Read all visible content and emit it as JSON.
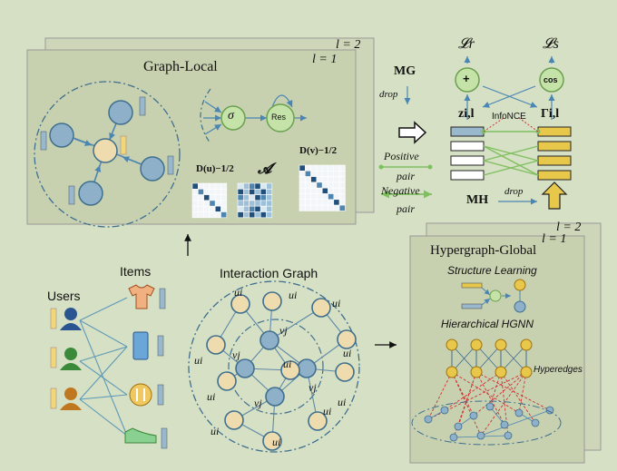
{
  "graph_local": {
    "title": "Graph-Local",
    "layer_label_back": "l = 2",
    "layer_label_front": "l = 1",
    "sigma": "σ",
    "res": "Res",
    "deg_u": "D(u)−1/2",
    "adjacency": "𝓐",
    "deg_v": "D(v)−1/2"
  },
  "center": {
    "mg": "MG",
    "drop_top": "drop",
    "positive": "Positive",
    "positive_pair": "pair",
    "negative": "Negative",
    "negative_pair": "pair",
    "mh": "MH",
    "drop_bottom": "drop"
  },
  "loss": {
    "lr": "𝓛r",
    "ls": "𝓛s",
    "plus": "+",
    "cos": "cos",
    "z": "zi,l",
    "gamma": "Γi,l",
    "infonce": "InfoNCE"
  },
  "inputs": {
    "items_title": "Items",
    "users_title": "Users",
    "interaction_title": "Interaction Graph",
    "u": "ui",
    "v": "vj"
  },
  "hypergraph": {
    "title": "Hypergraph-Global",
    "layer_label_back": "l = 2",
    "layer_label_front": "l = 1",
    "structure_learning": "Structure Learning",
    "hierarchical": "Hierarchical HGNN",
    "hyperedges": "Hyperedges"
  },
  "colors": {
    "background": "#d6e0c4",
    "panel": "#c9d3b3",
    "node_blue": "#8eb0c8",
    "node_tan": "#eedcaf",
    "gold": "#e8c84a",
    "green_circle": "#c5e3a8",
    "arrow_blue": "#4a86b4",
    "red_dash": "#d03030"
  }
}
